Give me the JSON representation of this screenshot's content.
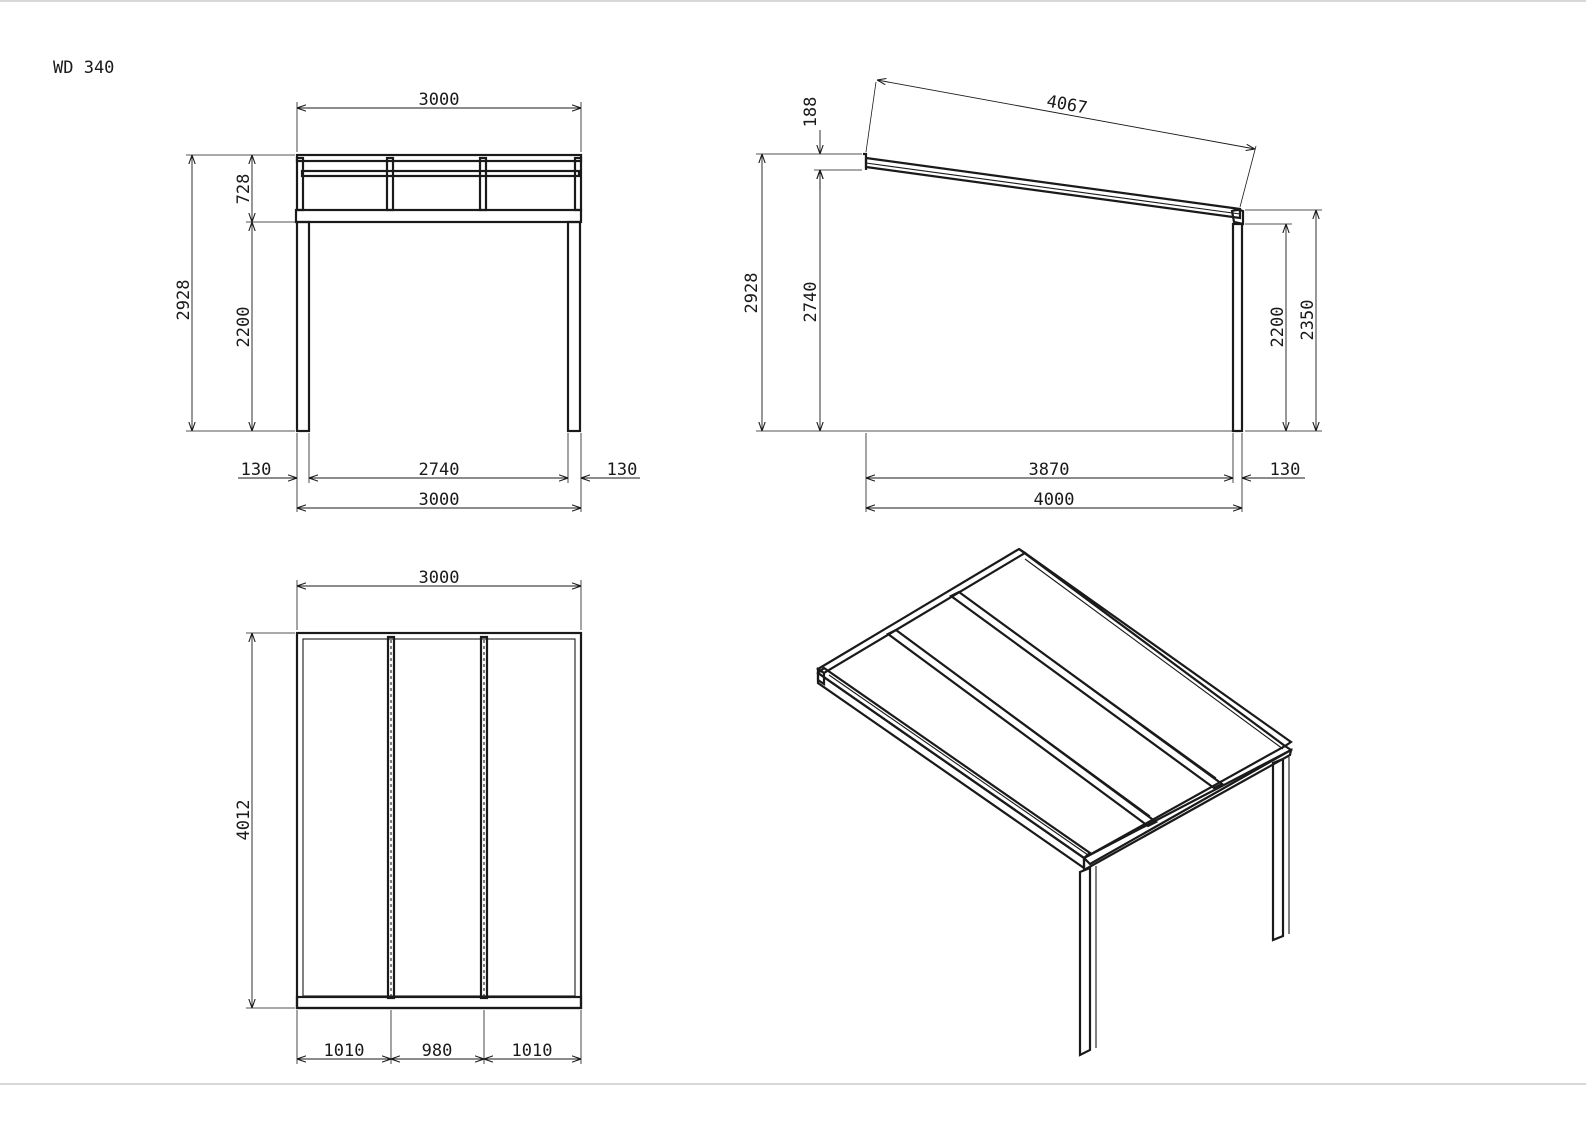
{
  "drawing": {
    "title": "WD 340"
  },
  "front_view": {
    "top_width": "3000",
    "total_height": "2928",
    "roof_height": "728",
    "clear_height": "2200",
    "left_overhang": "130",
    "post_span": "2740",
    "right_overhang": "130",
    "bottom_width": "3000"
  },
  "side_view": {
    "rafter_length": "4067",
    "gutter_height": "188",
    "total_height": "2928",
    "wall_height": "2740",
    "clear_height": "2200",
    "front_height": "2350",
    "span": "3870",
    "overhang": "130",
    "total_depth": "4000"
  },
  "plan_view": {
    "width": "3000",
    "depth": "4012",
    "bay_left": "1010",
    "bay_middle": "980",
    "bay_right": "1010"
  }
}
